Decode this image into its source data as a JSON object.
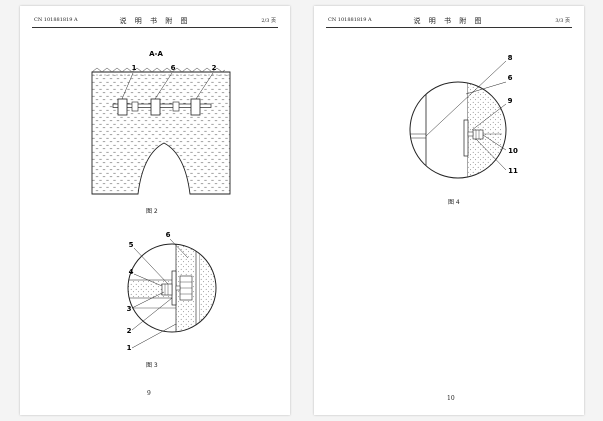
{
  "pages": [
    {
      "patent_number": "CN 101881819 A",
      "header_title": "说 明 书 附 图",
      "sheet": "2/3 页",
      "figures": [
        {
          "caption": "图 2",
          "section_label": "A-A",
          "labels": [
            "1",
            "6",
            "2"
          ]
        },
        {
          "caption": "图 3",
          "labels": [
            "6",
            "5",
            "4",
            "3",
            "2",
            "1"
          ]
        }
      ],
      "page_number": "9"
    },
    {
      "patent_number": "CN 101881819 A",
      "header_title": "说 明 书 附 图",
      "sheet": "3/3 页",
      "figures": [
        {
          "caption": "图 4",
          "labels": [
            "8",
            "6",
            "9",
            "10",
            "11"
          ]
        }
      ],
      "page_number": "10"
    }
  ]
}
